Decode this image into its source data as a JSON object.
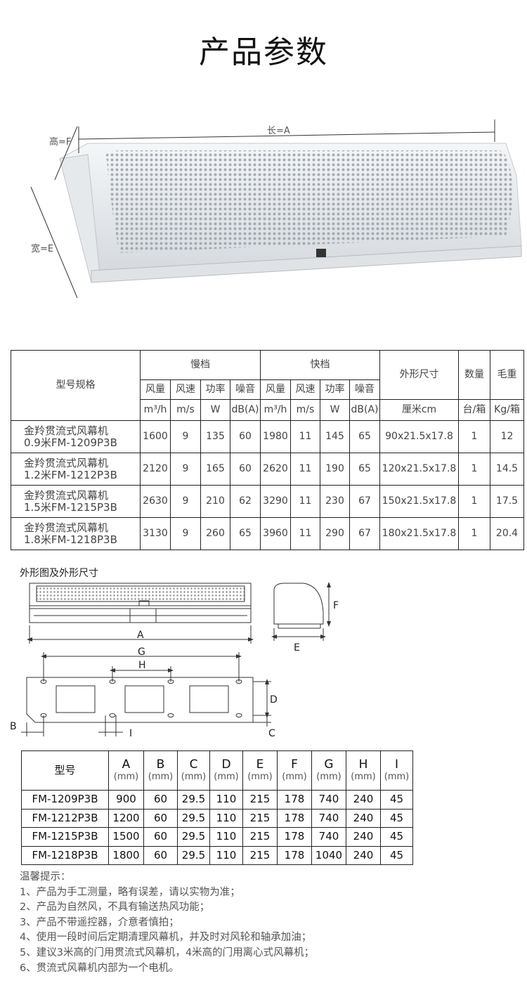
{
  "title": "产品参数",
  "product_image": {
    "length_label": "长=A",
    "height_label": "高=F",
    "width_label": "宽=E"
  },
  "spec_table": {
    "model_header": "型号规格",
    "slow_header": "慢档",
    "fast_header": "快档",
    "dims_header": "外形尺寸",
    "qty_header": "数量",
    "weight_header": "毛重",
    "sub_headers": [
      "风量",
      "风速",
      "功率",
      "噪音",
      "风量",
      "风速",
      "功率",
      "噪音"
    ],
    "units": [
      "m³/h",
      "m/s",
      "W",
      "dB(A)",
      "m³/h",
      "m/s",
      "W",
      "dB(A)"
    ],
    "dims_unit": "厘米cm",
    "qty_unit": "台/箱",
    "weight_unit": "Kg/箱",
    "rows": [
      {
        "name": "金羚贯流式风幕机",
        "model": "0.9米FM-1209P3B",
        "values": [
          "1600",
          "9",
          "135",
          "60",
          "1980",
          "11",
          "145",
          "65"
        ],
        "dims": "90x21.5x17.8",
        "qty": "1",
        "weight": "12"
      },
      {
        "name": "金羚贯流式风幕机",
        "model": "1.2米FM-1212P3B",
        "values": [
          "2120",
          "9",
          "165",
          "60",
          "2620",
          "11",
          "190",
          "65"
        ],
        "dims": "120x21.5x17.8",
        "qty": "1",
        "weight": "14.5"
      },
      {
        "name": "金羚贯流式风幕机",
        "model": "1.5米FM-1215P3B",
        "values": [
          "2630",
          "9",
          "210",
          "62",
          "3290",
          "11",
          "230",
          "67"
        ],
        "dims": "150x21.5x17.8",
        "qty": "1",
        "weight": "17.5"
      },
      {
        "name": "金羚贯流式风幕机",
        "model": "1.8米FM-1218P3B",
        "values": [
          "3130",
          "9",
          "260",
          "65",
          "3960",
          "11",
          "290",
          "67"
        ],
        "dims": "180x21.5x17.8",
        "qty": "1",
        "weight": "20.4"
      }
    ]
  },
  "drawing": {
    "section_title": "外形图及外形尺寸",
    "labels": {
      "A": "A",
      "B": "B",
      "C": "C",
      "D": "D",
      "E": "E",
      "F": "F",
      "G": "G",
      "H": "H",
      "I": "I"
    }
  },
  "dim_table": {
    "model_header": "型号",
    "columns": [
      "A",
      "B",
      "C",
      "D",
      "E",
      "F",
      "G",
      "H",
      "I"
    ],
    "unit": "(mm)",
    "rows": [
      {
        "model": "FM-1209P3B",
        "values": [
          "900",
          "60",
          "29.5",
          "110",
          "215",
          "178",
          "740",
          "240",
          "45"
        ]
      },
      {
        "model": "FM-1212P3B",
        "values": [
          "1200",
          "60",
          "29.5",
          "110",
          "215",
          "178",
          "740",
          "240",
          "45"
        ]
      },
      {
        "model": "FM-1215P3B",
        "values": [
          "1500",
          "60",
          "29.5",
          "110",
          "215",
          "178",
          "740",
          "240",
          "45"
        ]
      },
      {
        "model": "FM-1218P3B",
        "values": [
          "1800",
          "60",
          "29.5",
          "110",
          "215",
          "178",
          "1040",
          "240",
          "45"
        ]
      }
    ]
  },
  "notes": {
    "title": "温馨提示：",
    "items": [
      "1、产品为手工测量，略有误差，请以实物为准；",
      "2、产品为自然风，不具有输送热风功能；",
      "3、产品不带遥控器，介意者慎拍；",
      "4、使用一段时间后定期清理风幕机，并及时对风轮和轴承加油；",
      "5、建议3米高的门用贯流式风幕机，4米高的门用离心式风幕机；",
      "6、贯流式风幕机内部为一个电机。"
    ]
  }
}
